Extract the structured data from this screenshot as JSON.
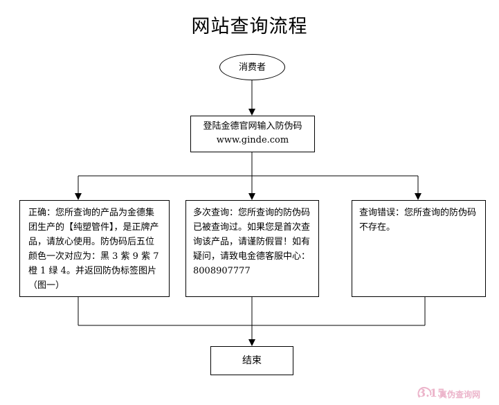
{
  "title": "网站查询流程",
  "nodes": {
    "consumer": "消费者",
    "login_line1": "登陆金德官网输入防伪码",
    "login_line2": "www.ginde.com",
    "correct": "正确：您所查询的产品为金德集团生产的【纯塑管件】，是正牌产品，请放心使用。防伪码后五位颜色一次对应为：黑 3 紫 9 紫 7 橙 1 绿 4。并返回防伪标签图片（图一）",
    "repeat": "多次查询：您所查询的防伪码已被查询过。如果您是首次查询该产品，请谨防假冒！如有疑问，请致电金德客服中心：8008907777",
    "error": "查询错误：您所查询的防伪码不存在。",
    "end": "结束"
  },
  "watermark": {
    "number": "3.15",
    "text": "真伪查询网"
  }
}
